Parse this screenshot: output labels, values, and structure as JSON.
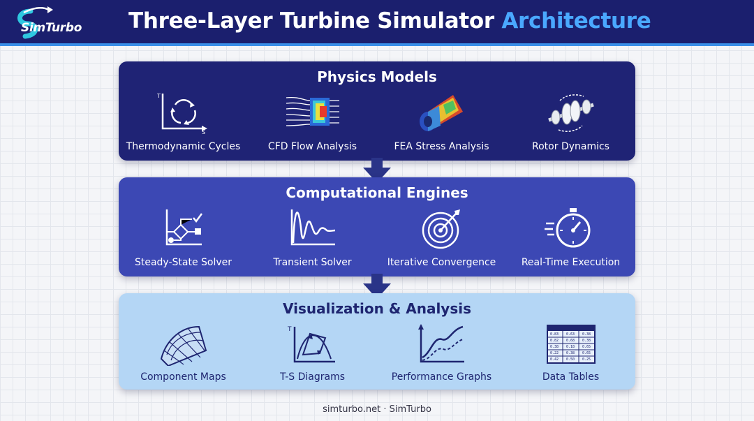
{
  "header": {
    "logo_text": "SimTurbo",
    "title_main": "Three-Layer Turbine Simulator ",
    "title_accent": "Architecture"
  },
  "layers": [
    {
      "title": "Physics Models",
      "items": [
        {
          "label": "Thermodynamic Cycles",
          "icon": "ts-cycle-icon"
        },
        {
          "label": "CFD Flow Analysis",
          "icon": "cfd-flow-icon"
        },
        {
          "label": "FEA Stress Analysis",
          "icon": "fea-stress-icon"
        },
        {
          "label": "Rotor Dynamics",
          "icon": "rotor-icon"
        }
      ]
    },
    {
      "title": "Computational Engines",
      "items": [
        {
          "label": "Steady-State Solver",
          "icon": "flowchart-icon"
        },
        {
          "label": "Transient Solver",
          "icon": "damped-wave-icon"
        },
        {
          "label": "Iterative Convergence",
          "icon": "target-icon"
        },
        {
          "label": "Real-Time Execution",
          "icon": "stopwatch-icon"
        }
      ]
    },
    {
      "title": "Visualization & Analysis",
      "items": [
        {
          "label": "Component Maps",
          "icon": "mesh-map-icon"
        },
        {
          "label": "T-S Diagrams",
          "icon": "ts-diagram-icon"
        },
        {
          "label": "Performance Graphs",
          "icon": "line-graph-icon"
        },
        {
          "label": "Data Tables",
          "icon": "table-icon"
        }
      ]
    }
  ],
  "icon_text": {
    "t_axis": "T",
    "s_axis": "S",
    "t_axis_2": "T",
    "table_cells": [
      "0.83",
      "0.63",
      "0.38",
      "0.82",
      "0.68",
      "0.38",
      "0.38",
      "0.18",
      "0.65",
      "0.22",
      "0.38",
      "0.65",
      "0.42",
      "0.50",
      "0.25"
    ]
  },
  "footer": "simturbo.net · SimTurbo",
  "colors": {
    "header_bg": "#1b1f6e",
    "accent": "#4aa8ff",
    "layer1": "#1f2375",
    "layer2": "#3c48b4",
    "layer3": "#b4d6f5"
  }
}
